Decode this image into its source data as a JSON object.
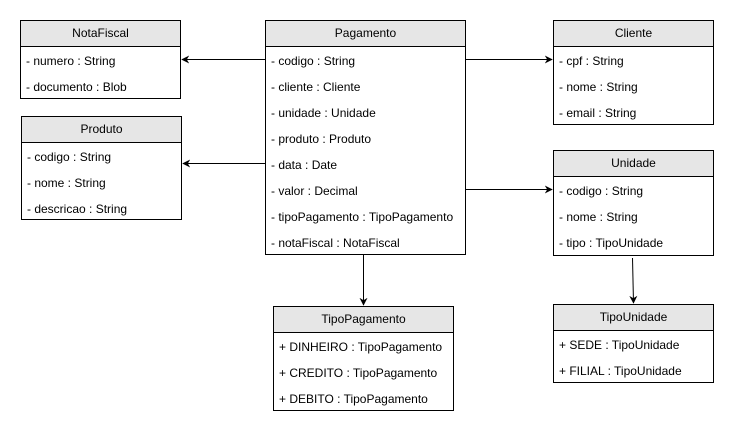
{
  "classes": {
    "nota_fiscal": {
      "name": "NotaFiscal",
      "attributes": [
        "- numero : String",
        "- documento : Blob"
      ]
    },
    "produto": {
      "name": "Produto",
      "attributes": [
        "- codigo : String",
        "- nome : String",
        "- descricao : String"
      ]
    },
    "pagamento": {
      "name": "Pagamento",
      "attributes": [
        "- codigo : String",
        "- cliente : Cliente",
        "- unidade : Unidade",
        "- produto : Produto",
        "- data : Date",
        "- valor : Decimal",
        "- tipoPagamento : TipoPagamento",
        "- notaFiscal : NotaFiscal"
      ]
    },
    "cliente": {
      "name": "Cliente",
      "attributes": [
        "- cpf : String",
        "- nome : String",
        "- email : String"
      ]
    },
    "unidade": {
      "name": "Unidade",
      "attributes": [
        "- codigo : String",
        "- nome : String",
        "- tipo : TipoUnidade"
      ]
    },
    "tipo_pagamento": {
      "name": "TipoPagamento",
      "attributes": [
        "+ DINHEIRO : TipoPagamento",
        "+ CREDITO : TipoPagamento",
        "+ DEBITO : TipoPagamento"
      ]
    },
    "tipo_unidade": {
      "name": "TipoUnidade",
      "attributes": [
        "+ SEDE : TipoUnidade",
        "+ FILIAL : TipoUnidade"
      ]
    }
  },
  "relationships": [
    {
      "from": "Pagamento",
      "to": "NotaFiscal"
    },
    {
      "from": "Pagamento",
      "to": "Produto"
    },
    {
      "from": "Pagamento",
      "to": "Cliente"
    },
    {
      "from": "Pagamento",
      "to": "Unidade"
    },
    {
      "from": "Pagamento",
      "to": "TipoPagamento"
    },
    {
      "from": "Unidade",
      "to": "TipoUnidade"
    }
  ],
  "colors": {
    "header_fill": "#e6e6e6",
    "border": "#000000",
    "background": "#ffffff"
  }
}
